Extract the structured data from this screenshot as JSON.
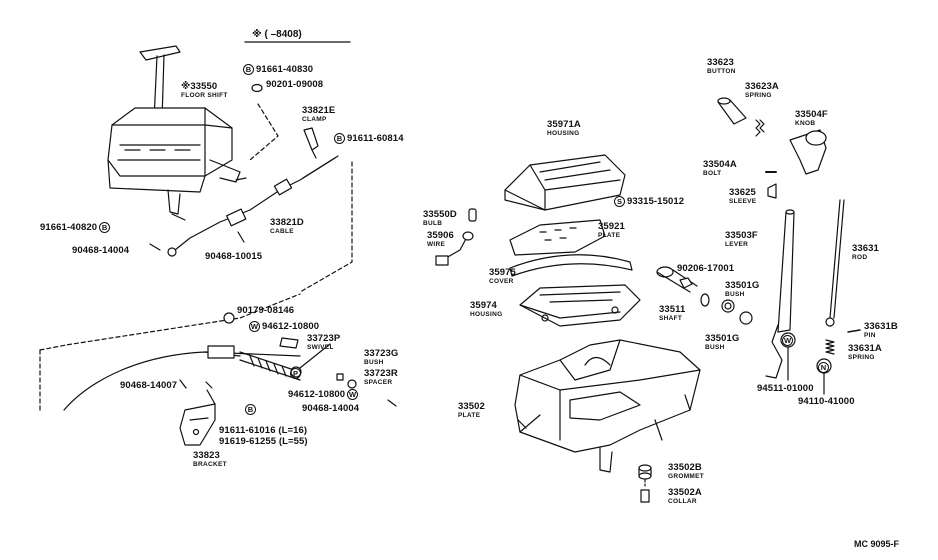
{
  "header": {
    "note": "※ (      –8408)"
  },
  "figure_code": "MC 9095-F",
  "labels": {
    "l33550": {
      "num": "※33550",
      "name": "FLOOR SHIFT"
    },
    "l91661a": {
      "badge": "B",
      "num": "91661-40830"
    },
    "l90201": {
      "num": "90201-09008"
    },
    "l33821e": {
      "num": "33821E",
      "name": "CLAMP"
    },
    "l91611a": {
      "badge": "B",
      "num": "91611-60814"
    },
    "l91661b": {
      "num": "91661-40820",
      "badge": "B"
    },
    "l33821d": {
      "num": "33821D",
      "name": "CABLE"
    },
    "l90468a": {
      "num": "90468-14004"
    },
    "l90468b": {
      "num": "90468-10015"
    },
    "l90179": {
      "num": "90179-08146"
    },
    "l94612a": {
      "badge": "W",
      "num": "94612-10800"
    },
    "l33723p": {
      "num": "33723P",
      "name": "SWIVEL"
    },
    "l33723g": {
      "num": "33723G",
      "name": "BUSH"
    },
    "l33723r": {
      "num": "33723R",
      "name": "SPACER"
    },
    "l94612b": {
      "num": "94612-10800",
      "badge": "W"
    },
    "l90468c": {
      "num": "90468-14007"
    },
    "l90468d": {
      "num": "90468-14004"
    },
    "l91611b": {
      "num": "91611-61016 (L=16)"
    },
    "l91619": {
      "num": "91619-61255 (L=55)"
    },
    "l33823": {
      "num": "33823",
      "name": "BRACKET"
    },
    "l35971a": {
      "num": "35971A",
      "name": "HOUSING"
    },
    "l93315": {
      "badge": "S",
      "num": "93315-15012"
    },
    "l33550d": {
      "num": "33550D",
      "name": "BULB"
    },
    "l35921": {
      "num": "35921",
      "name": "PLATE"
    },
    "l35906": {
      "num": "35906",
      "name": "WIRE"
    },
    "l35975": {
      "num": "35975",
      "name": "COVER"
    },
    "l35974": {
      "num": "35974",
      "name": "HOUSING"
    },
    "l33502": {
      "num": "33502",
      "name": "PLATE"
    },
    "l33502b": {
      "num": "33502B",
      "name": "GROMMET"
    },
    "l33502a": {
      "num": "33502A",
      "name": "COLLAR"
    },
    "l90206": {
      "num": "90206-17001"
    },
    "l33511": {
      "num": "33511",
      "name": "SHAFT"
    },
    "l33501g": {
      "num": "33501G",
      "name": "BUSH"
    },
    "l33501g2": {
      "num": "33501G",
      "name": "BUSH"
    },
    "l33623": {
      "num": "33623",
      "name": "BUTTON"
    },
    "l33623a": {
      "num": "33623A",
      "name": "SPRING"
    },
    "l33504f": {
      "num": "33504F",
      "name": "KNOB"
    },
    "l33504a": {
      "num": "33504A",
      "name": "BOLT"
    },
    "l33625": {
      "num": "33625",
      "name": "SLEEVE"
    },
    "l33503f": {
      "num": "33503F",
      "name": "LEVER"
    },
    "l33631": {
      "num": "33631",
      "name": "ROD"
    },
    "l33631b": {
      "num": "33631B",
      "name": "PIN"
    },
    "l33631a": {
      "num": "33631A",
      "name": "SPRING"
    },
    "l94511": {
      "num": "94511-01000"
    },
    "l94110": {
      "num": "94110-41000"
    }
  }
}
